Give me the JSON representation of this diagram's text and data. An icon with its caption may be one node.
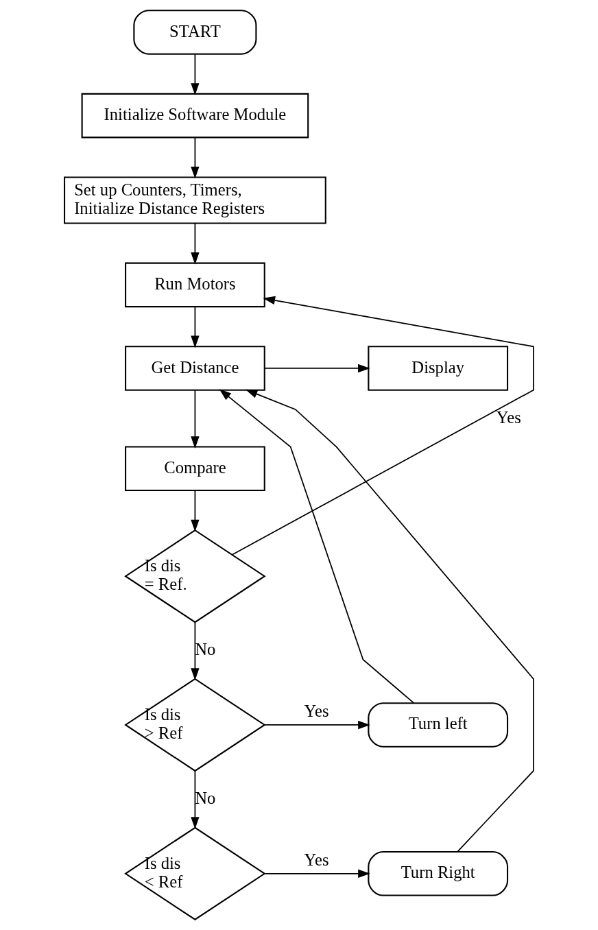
{
  "diagram": {
    "nodes": [
      {
        "text": [
          "START"
        ]
      },
      {
        "text": [
          "Initialize Software Module"
        ]
      },
      {
        "text": [
          "Set up Counters, Timers, Initialize Distance Registers"
        ]
      },
      {
        "text": [
          "Run Motors"
        ]
      },
      {
        "text": [
          "Get Distance"
        ]
      },
      {
        "text": [
          "Display"
        ]
      },
      {
        "text": [
          "Compare"
        ]
      },
      {
        "text": [
          "Is dis = Ref."
        ]
      },
      {
        "text": [
          "Is dis > Ref"
        ]
      },
      {
        "text": [
          "Turn left"
        ]
      },
      {
        "text": [
          "Is dis < Ref"
        ]
      },
      {
        "text": [
          "Turn Right"
        ]
      }
    ],
    "edges": [
      {
        "from": 0,
        "to": 1,
        "arrow": "to"
      },
      {
        "from": 1,
        "to": 2,
        "arrow": "to"
      },
      {
        "from": 2,
        "to": 3,
        "arrow": "to"
      },
      {
        "from": 3,
        "to": 4,
        "arrow": "to"
      },
      {
        "from": 4,
        "to": 5,
        "arrow": "to"
      },
      {
        "from": 4,
        "to": 6,
        "arrow": "to"
      },
      {
        "from": 6,
        "to": 7,
        "arrow": "to"
      },
      {
        "from": 7,
        "to": 3,
        "arrow": "to",
        "label": "Yes"
      },
      {
        "from": 7,
        "to": 8,
        "arrow": "to",
        "label": "No"
      },
      {
        "from": 8,
        "to": 9,
        "arrow": "to",
        "label": "Yes"
      },
      {
        "from": 9,
        "to": 4,
        "arrow": "to"
      },
      {
        "from": 8,
        "to": 10,
        "arrow": "to",
        "label": "No"
      },
      {
        "from": 10,
        "to": 11,
        "arrow": "to",
        "label": "Yes"
      },
      {
        "from": 11,
        "to": 4,
        "arrow": "to"
      }
    ]
  }
}
